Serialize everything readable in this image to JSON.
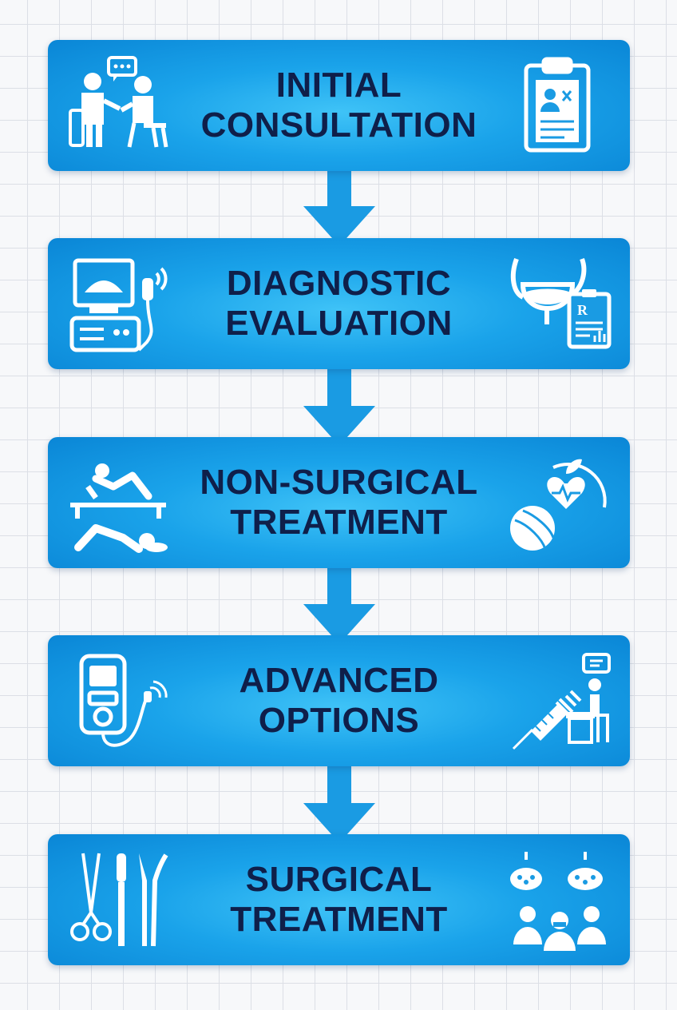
{
  "stages": [
    {
      "line1": "INITIAL",
      "line2": "CONSULTATION",
      "icon_left": "doctor-patient-consultation-icon",
      "icon_right": "clipboard-patient-record-icon"
    },
    {
      "line1": "DIAGNOSTIC",
      "line2": "EVALUATION",
      "icon_left": "ultrasound-machine-icon",
      "icon_right": "bladder-prescription-icon"
    },
    {
      "line1": "NON-SURGICAL",
      "line2": "TREATMENT",
      "icon_left": "physical-therapy-icon",
      "icon_right": "exercise-ball-heart-health-icon"
    },
    {
      "line1": "ADVANCED",
      "line2": "OPTIONS",
      "icon_left": "nerve-stimulation-device-icon",
      "icon_right": "injection-counseling-icon"
    },
    {
      "line1": "SURGICAL",
      "line2": "TREATMENT",
      "icon_left": "surgical-instruments-icon",
      "icon_right": "surgical-team-lights-icon"
    }
  ],
  "colors": {
    "box": "#1aa3ea",
    "box_edge": "#0a86d6",
    "title_text": "#0f1f4a",
    "icon": "#ffffff",
    "grid": "#dcdfe6",
    "background": "#f7f8fa"
  }
}
